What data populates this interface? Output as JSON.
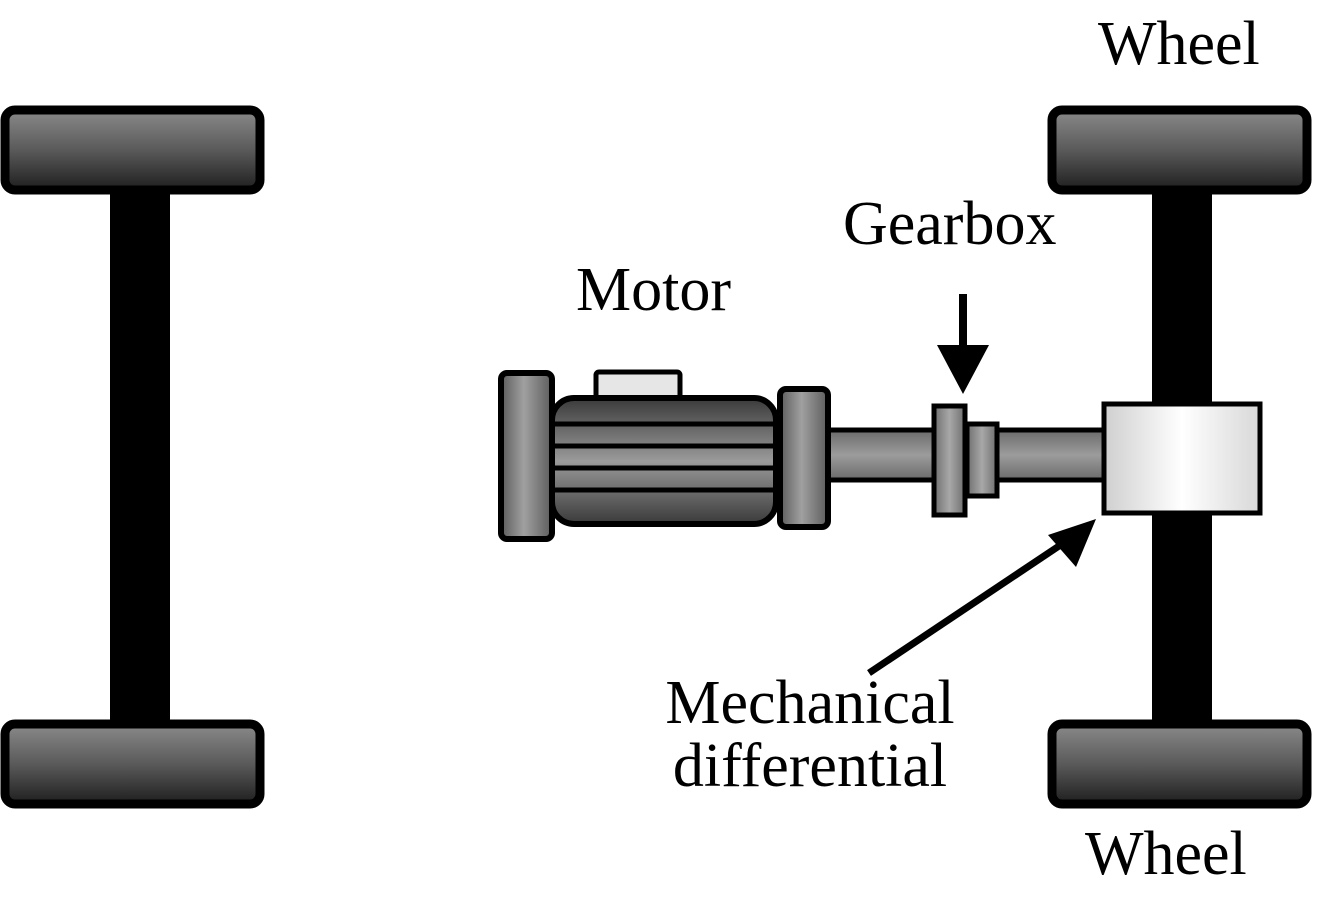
{
  "labels": {
    "wheel_top": "Wheel",
    "wheel_bottom": "Wheel",
    "gearbox": "Gearbox",
    "motor": "Motor",
    "differential_line1": "Mechanical",
    "differential_line2": "differential"
  },
  "colors": {
    "axle": "#000000",
    "tire_dark": "#222222",
    "tire_light": "#777777",
    "motor_body": "#555555",
    "shaft": "#808080",
    "differential": "#f0f0f0"
  }
}
